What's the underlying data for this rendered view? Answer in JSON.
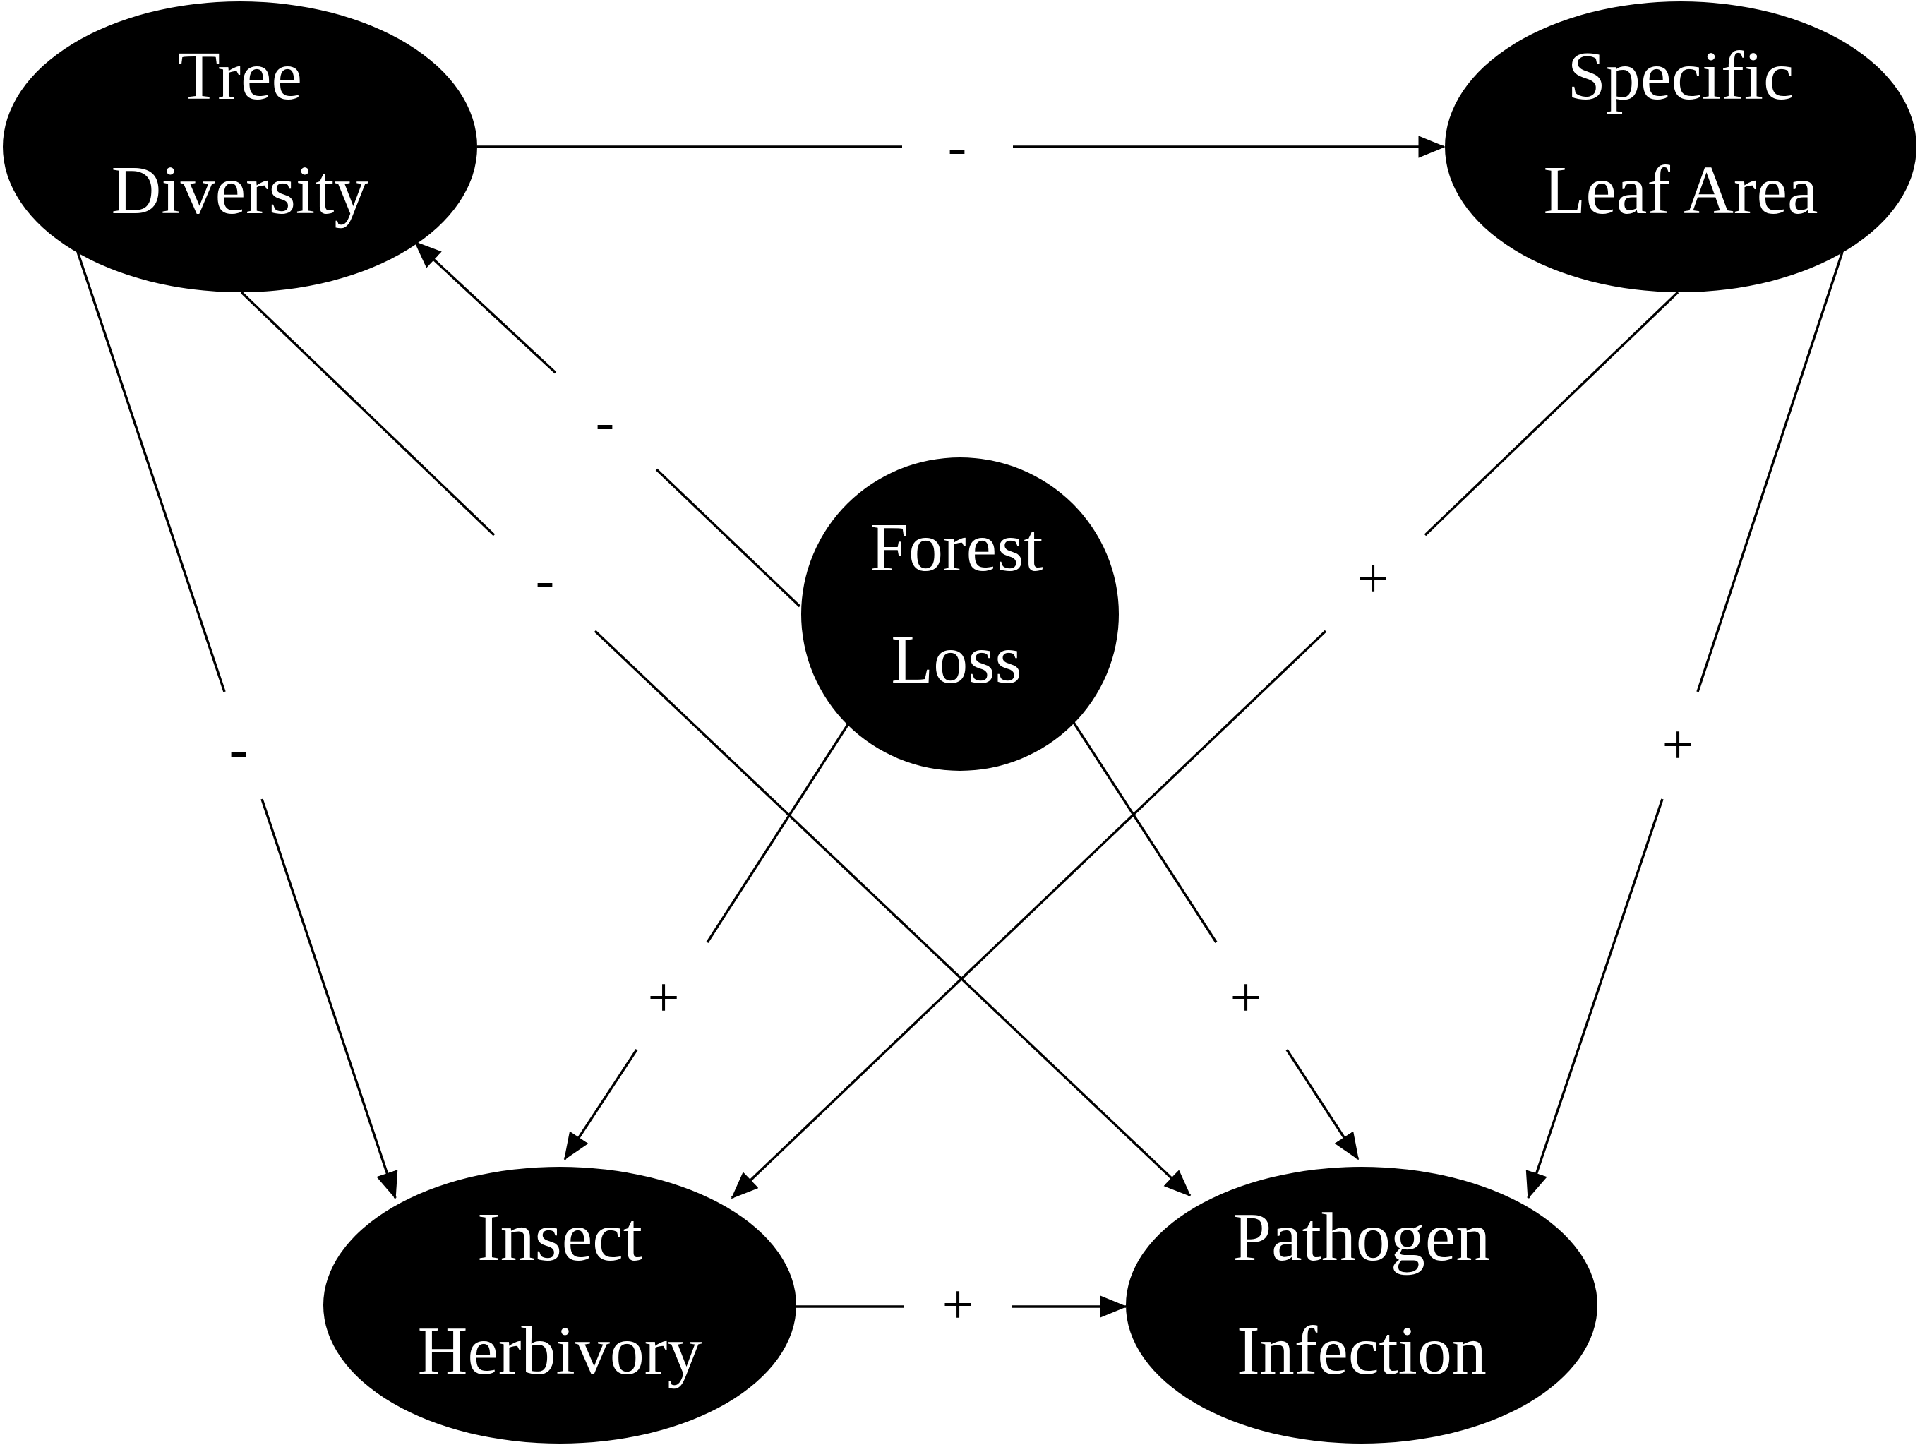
{
  "nodes": [
    {
      "id": "tree-diversity",
      "lines": [
        "Tree",
        "Diversity"
      ]
    },
    {
      "id": "specific-leaf-area",
      "lines": [
        "Specific",
        "Leaf Area"
      ]
    },
    {
      "id": "forest-loss",
      "lines": [
        "Forest",
        "Loss"
      ]
    },
    {
      "id": "insect-herbivory",
      "lines": [
        "Insect",
        "Herbivory"
      ]
    },
    {
      "id": "pathogen-infection",
      "lines": [
        "Pathogen",
        "Infection"
      ]
    }
  ],
  "edges": [
    {
      "from": "tree-diversity",
      "to": "specific-leaf-area",
      "sign": "-"
    },
    {
      "from": "forest-loss",
      "to": "tree-diversity",
      "sign": "-"
    },
    {
      "from": "tree-diversity",
      "to": "pathogen-infection",
      "sign": "-"
    },
    {
      "from": "tree-diversity",
      "to": "insect-herbivory",
      "sign": "-"
    },
    {
      "from": "specific-leaf-area",
      "to": "insect-herbivory",
      "sign": "+"
    },
    {
      "from": "specific-leaf-area",
      "to": "pathogen-infection",
      "sign": "+"
    },
    {
      "from": "forest-loss",
      "to": "insect-herbivory",
      "sign": "+"
    },
    {
      "from": "forest-loss",
      "to": "pathogen-infection",
      "sign": "+"
    },
    {
      "from": "insect-herbivory",
      "to": "pathogen-infection",
      "sign": "+"
    }
  ]
}
